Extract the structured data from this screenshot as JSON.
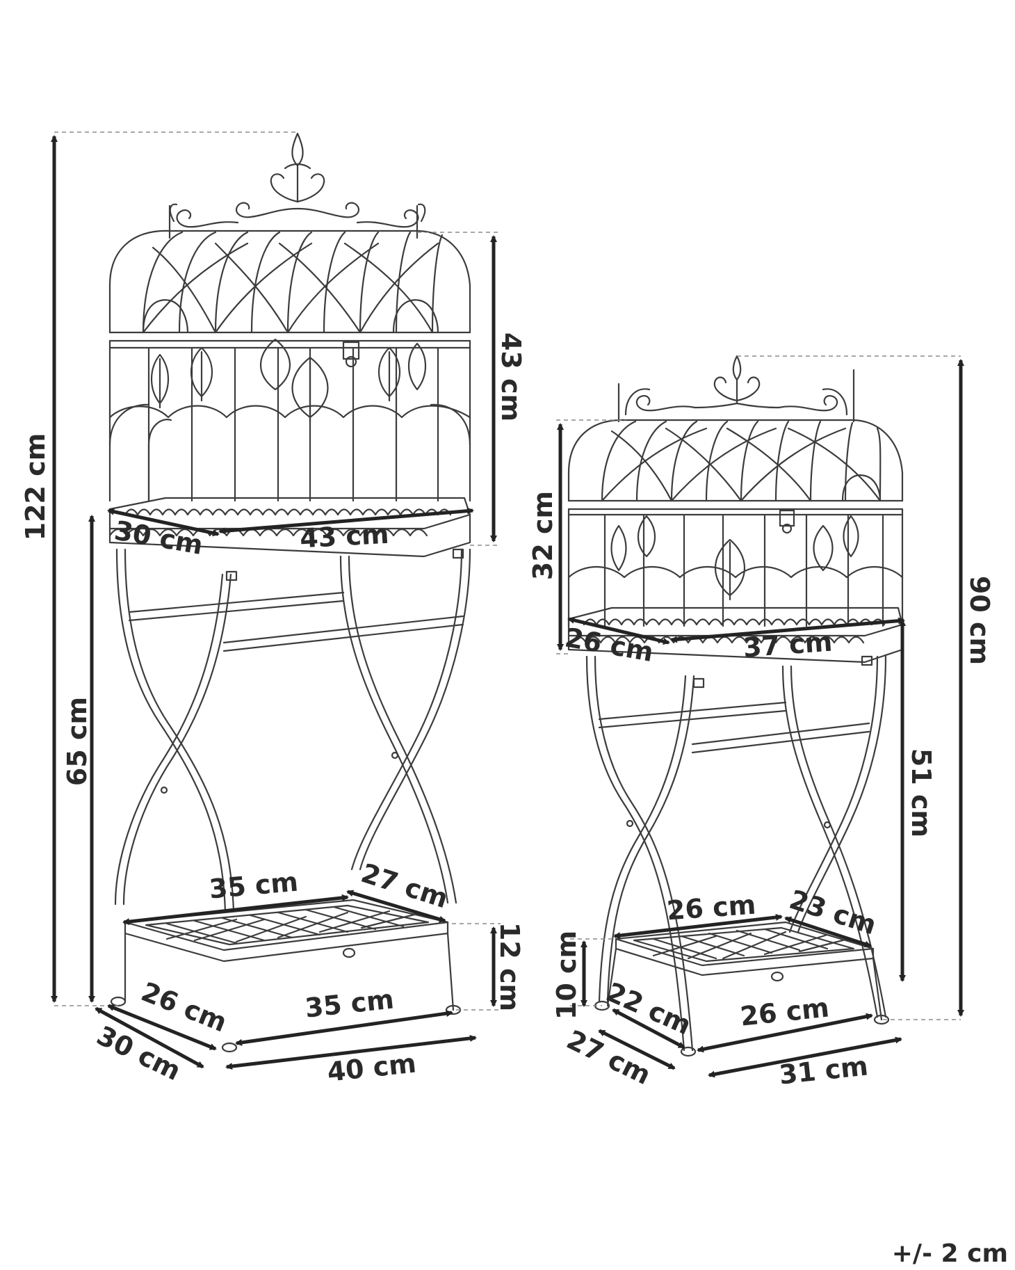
{
  "large_stand": {
    "total_height": "122 cm",
    "cage_height": "43 cm",
    "stand_height": "65 cm",
    "tray_depth": "30 cm",
    "tray_width": "43 cm",
    "shelf_width": "35 cm",
    "shelf_depth": "27 cm",
    "shelf_height": "12 cm",
    "foot_inner_depth": "26 cm",
    "foot_outer_depth": "30 cm",
    "foot_inner_width": "35 cm",
    "foot_outer_width": "40 cm"
  },
  "small_stand": {
    "total_height": "90 cm",
    "cage_height": "32 cm",
    "stand_height": "51 cm",
    "tray_depth": "26 cm",
    "tray_width": "37 cm",
    "shelf_width": "26 cm",
    "shelf_depth": "23 cm",
    "shelf_height": "10 cm",
    "foot_inner_depth": "22 cm",
    "foot_outer_depth": "27 cm",
    "foot_inner_width": "26 cm",
    "foot_outer_width": "31 cm"
  },
  "tolerance": "+/- 2 cm"
}
